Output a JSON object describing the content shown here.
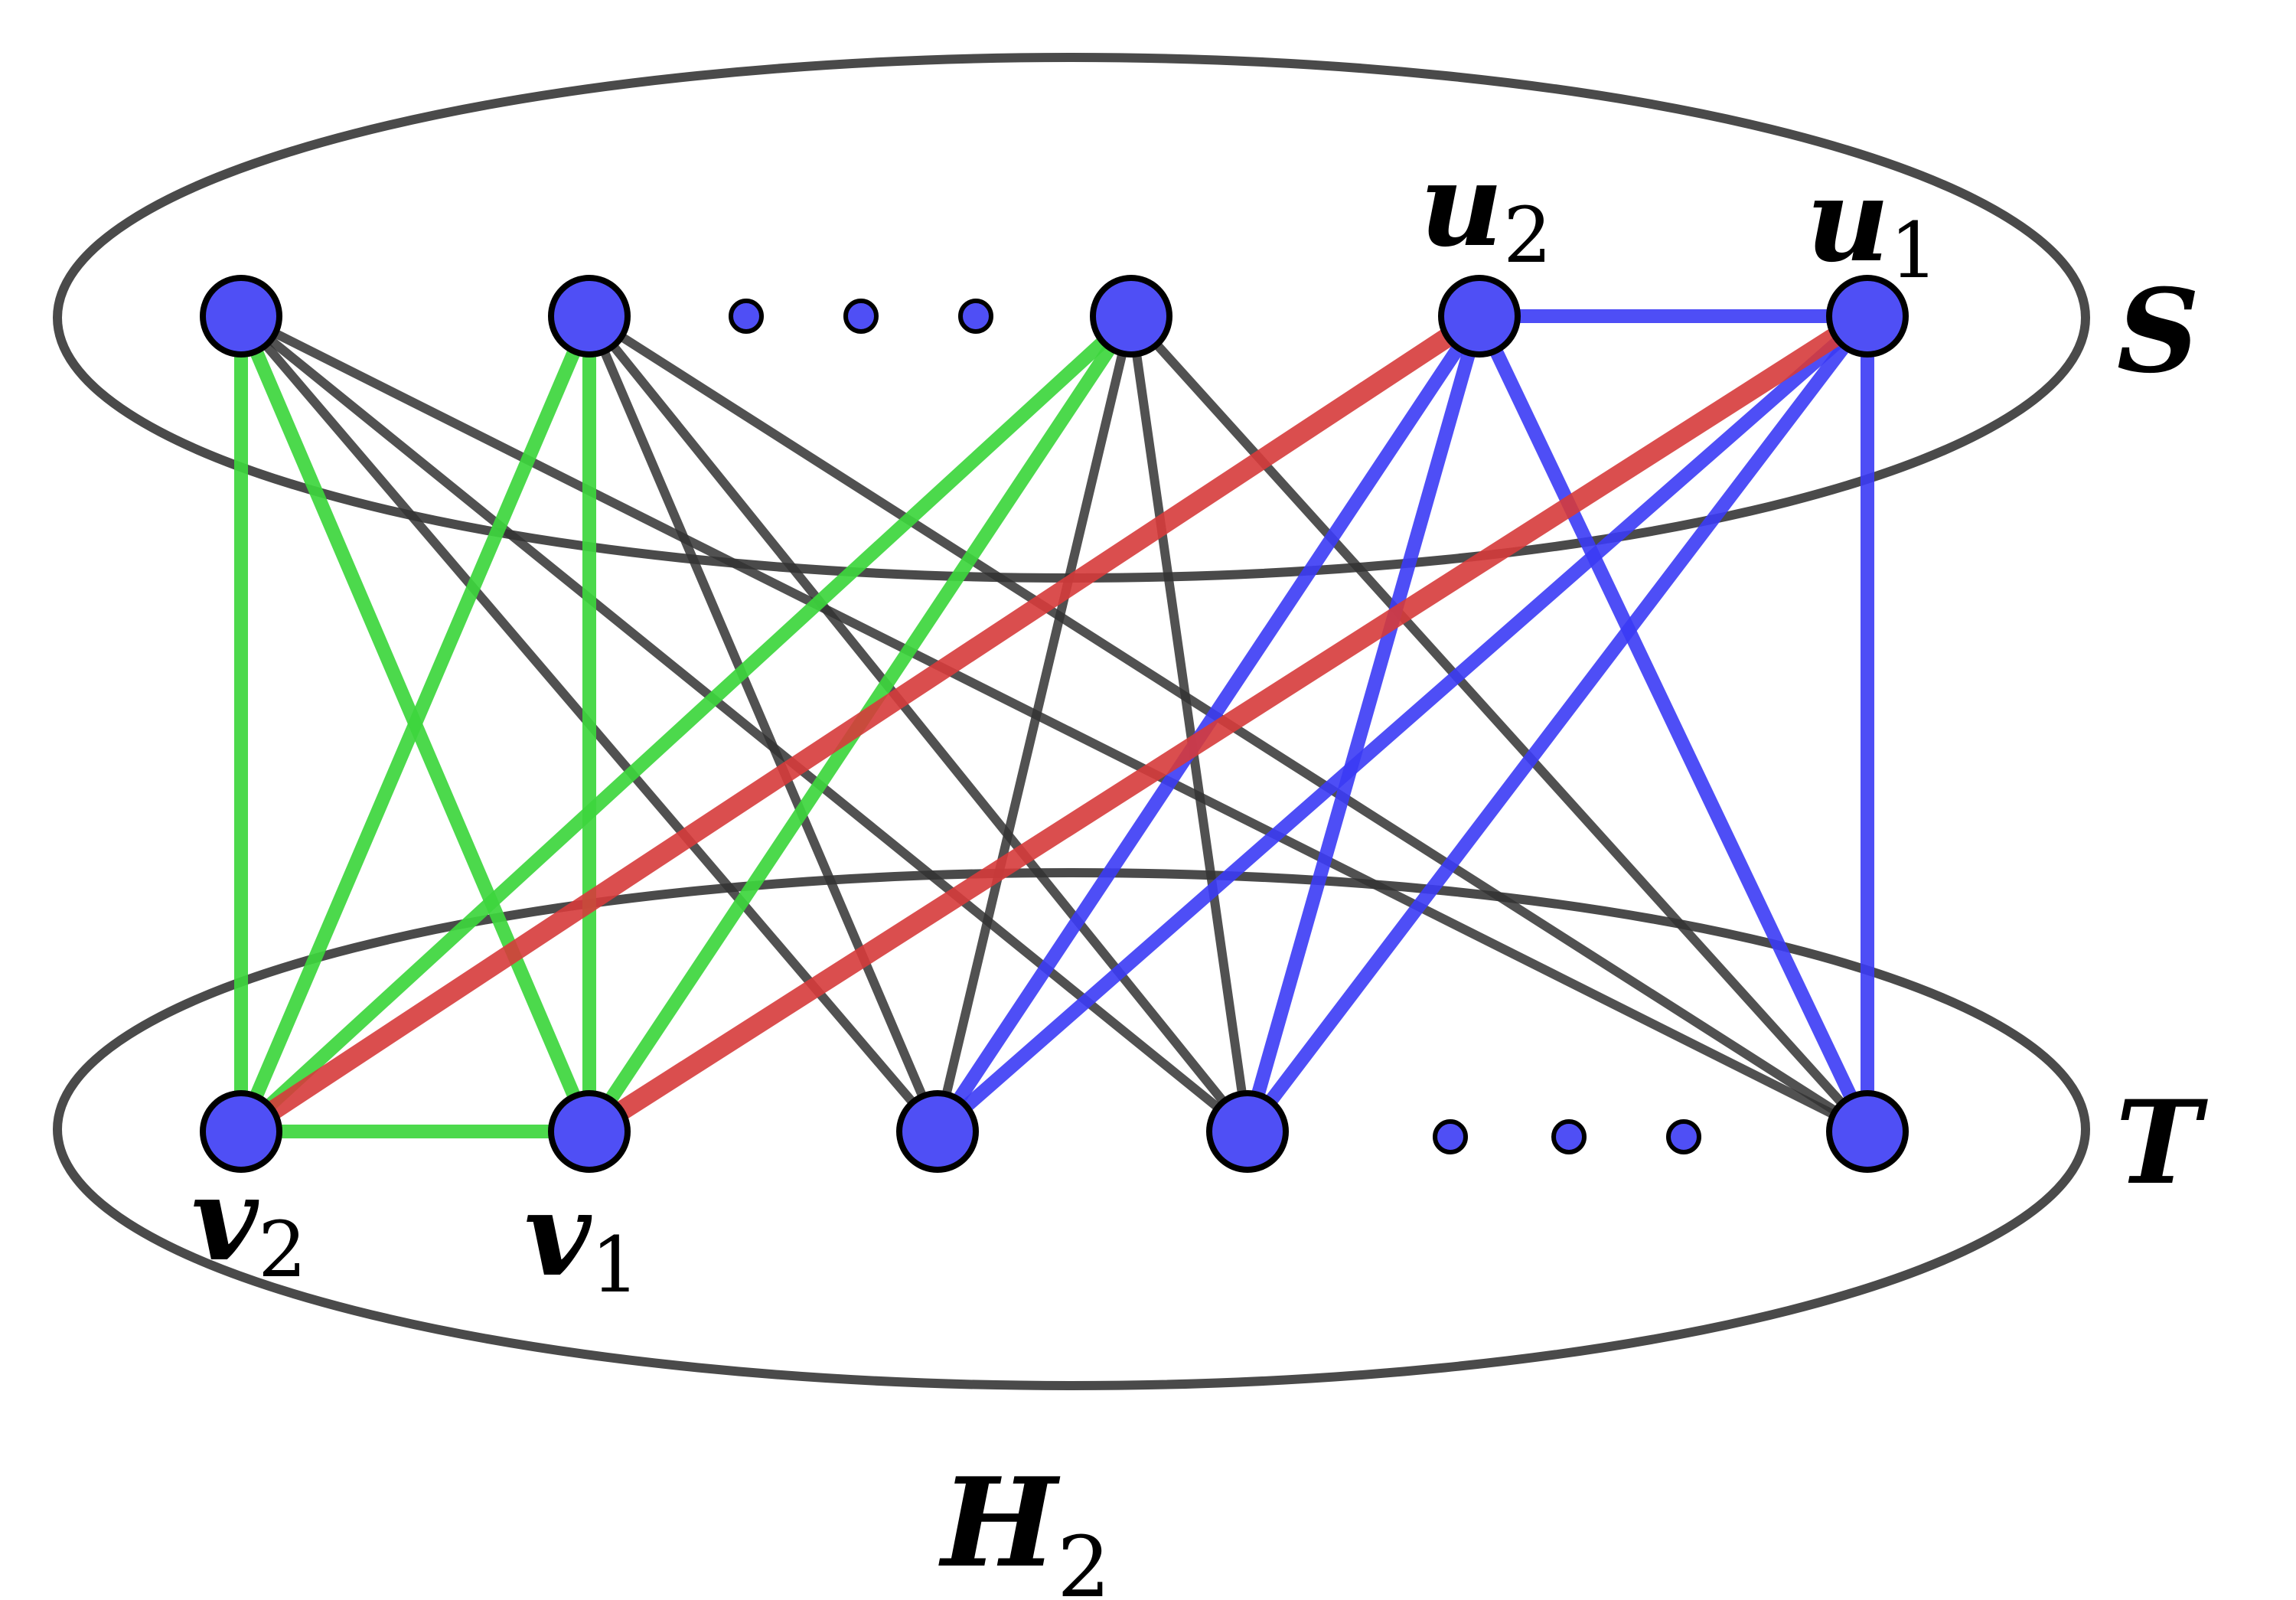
{
  "colors": {
    "vertex_fill": "#4f4ff5",
    "vertex_stroke": "#000000",
    "black_edge": "#333333",
    "green_edge": "#3dd63d",
    "blue_edge": "#3b3bf5",
    "red_edge": "#d63b3b",
    "ellipse": "#4a4a4a"
  },
  "sets": {
    "S": {
      "label": "S"
    },
    "T": {
      "label": "T"
    }
  },
  "graph_label": {
    "base": "H",
    "sub": "2"
  },
  "vertex_labels": {
    "u2": {
      "base": "u",
      "sub": "2"
    },
    "u1": {
      "base": "u",
      "sub": "1"
    },
    "v2": {
      "base": "v",
      "sub": "2"
    },
    "v1": {
      "base": "v",
      "sub": "1"
    }
  },
  "vertices": [
    {
      "id": "s1",
      "set": "S"
    },
    {
      "id": "s2",
      "set": "S"
    },
    {
      "id": "s3",
      "set": "S"
    },
    {
      "id": "u2",
      "set": "S"
    },
    {
      "id": "u1",
      "set": "S"
    },
    {
      "id": "v2",
      "set": "T"
    },
    {
      "id": "v1",
      "set": "T"
    },
    {
      "id": "t3",
      "set": "T"
    },
    {
      "id": "t4",
      "set": "T"
    },
    {
      "id": "t5",
      "set": "T"
    }
  ],
  "edges": [
    {
      "from": "s1",
      "to": "t3",
      "color": "black"
    },
    {
      "from": "s1",
      "to": "t4",
      "color": "black"
    },
    {
      "from": "s1",
      "to": "t5",
      "color": "black"
    },
    {
      "from": "s2",
      "to": "t3",
      "color": "black"
    },
    {
      "from": "s2",
      "to": "t4",
      "color": "black"
    },
    {
      "from": "s2",
      "to": "t5",
      "color": "black"
    },
    {
      "from": "s3",
      "to": "t3",
      "color": "black"
    },
    {
      "from": "s3",
      "to": "t4",
      "color": "black"
    },
    {
      "from": "s3",
      "to": "t5",
      "color": "black"
    },
    {
      "from": "s1",
      "to": "v2",
      "color": "green"
    },
    {
      "from": "s1",
      "to": "v1",
      "color": "green"
    },
    {
      "from": "s2",
      "to": "v2",
      "color": "green"
    },
    {
      "from": "s2",
      "to": "v1",
      "color": "green"
    },
    {
      "from": "s3",
      "to": "v2",
      "color": "green"
    },
    {
      "from": "s3",
      "to": "v1",
      "color": "green"
    },
    {
      "from": "v2",
      "to": "v1",
      "color": "green"
    },
    {
      "from": "u2",
      "to": "u1",
      "color": "blue"
    },
    {
      "from": "u2",
      "to": "t3",
      "color": "blue"
    },
    {
      "from": "u2",
      "to": "t4",
      "color": "blue"
    },
    {
      "from": "u2",
      "to": "t5",
      "color": "blue"
    },
    {
      "from": "u1",
      "to": "t3",
      "color": "blue"
    },
    {
      "from": "u1",
      "to": "t4",
      "color": "blue"
    },
    {
      "from": "u1",
      "to": "t5",
      "color": "blue"
    },
    {
      "from": "u2",
      "to": "v2",
      "color": "red"
    },
    {
      "from": "u1",
      "to": "v1",
      "color": "red"
    }
  ]
}
